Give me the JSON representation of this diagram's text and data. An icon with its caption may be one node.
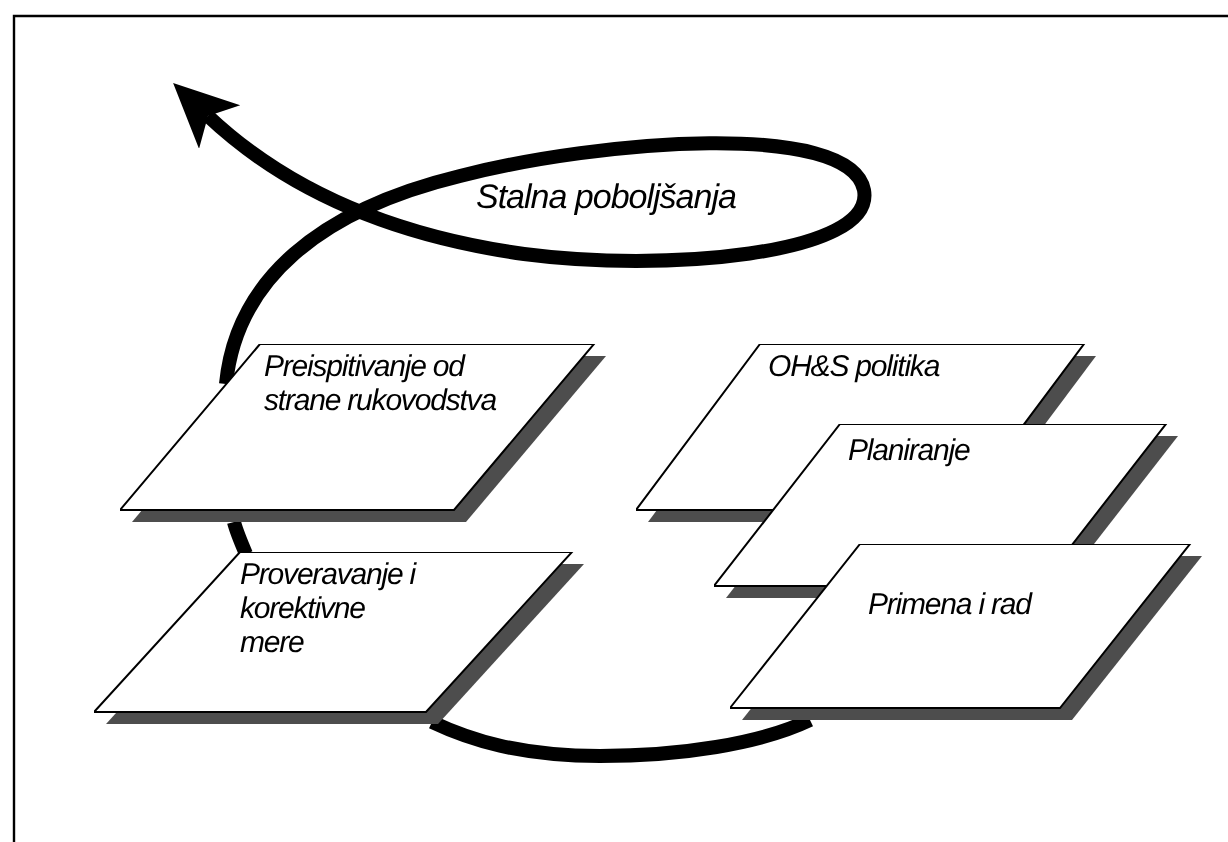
{
  "diagram": {
    "nodes": [
      {
        "text": [
          "Preispitivanje od strane rukovodstva"
        ]
      },
      {
        "text": [
          "OH&S politika"
        ]
      },
      {
        "text": [
          "Planiranje"
        ]
      },
      {
        "text": [
          "Proveravanje i korektivne mere"
        ]
      },
      {
        "text": [
          "Primena i rad"
        ]
      }
    ],
    "edges": [
      {
        "from": 4,
        "to": 3,
        "arrow": "none"
      },
      {
        "from": 3,
        "to": 0,
        "arrow": "none"
      },
      {
        "from": 0,
        "to": null,
        "arrow": "to"
      }
    ],
    "labels": [
      "Stalna poboljšanja"
    ]
  }
}
